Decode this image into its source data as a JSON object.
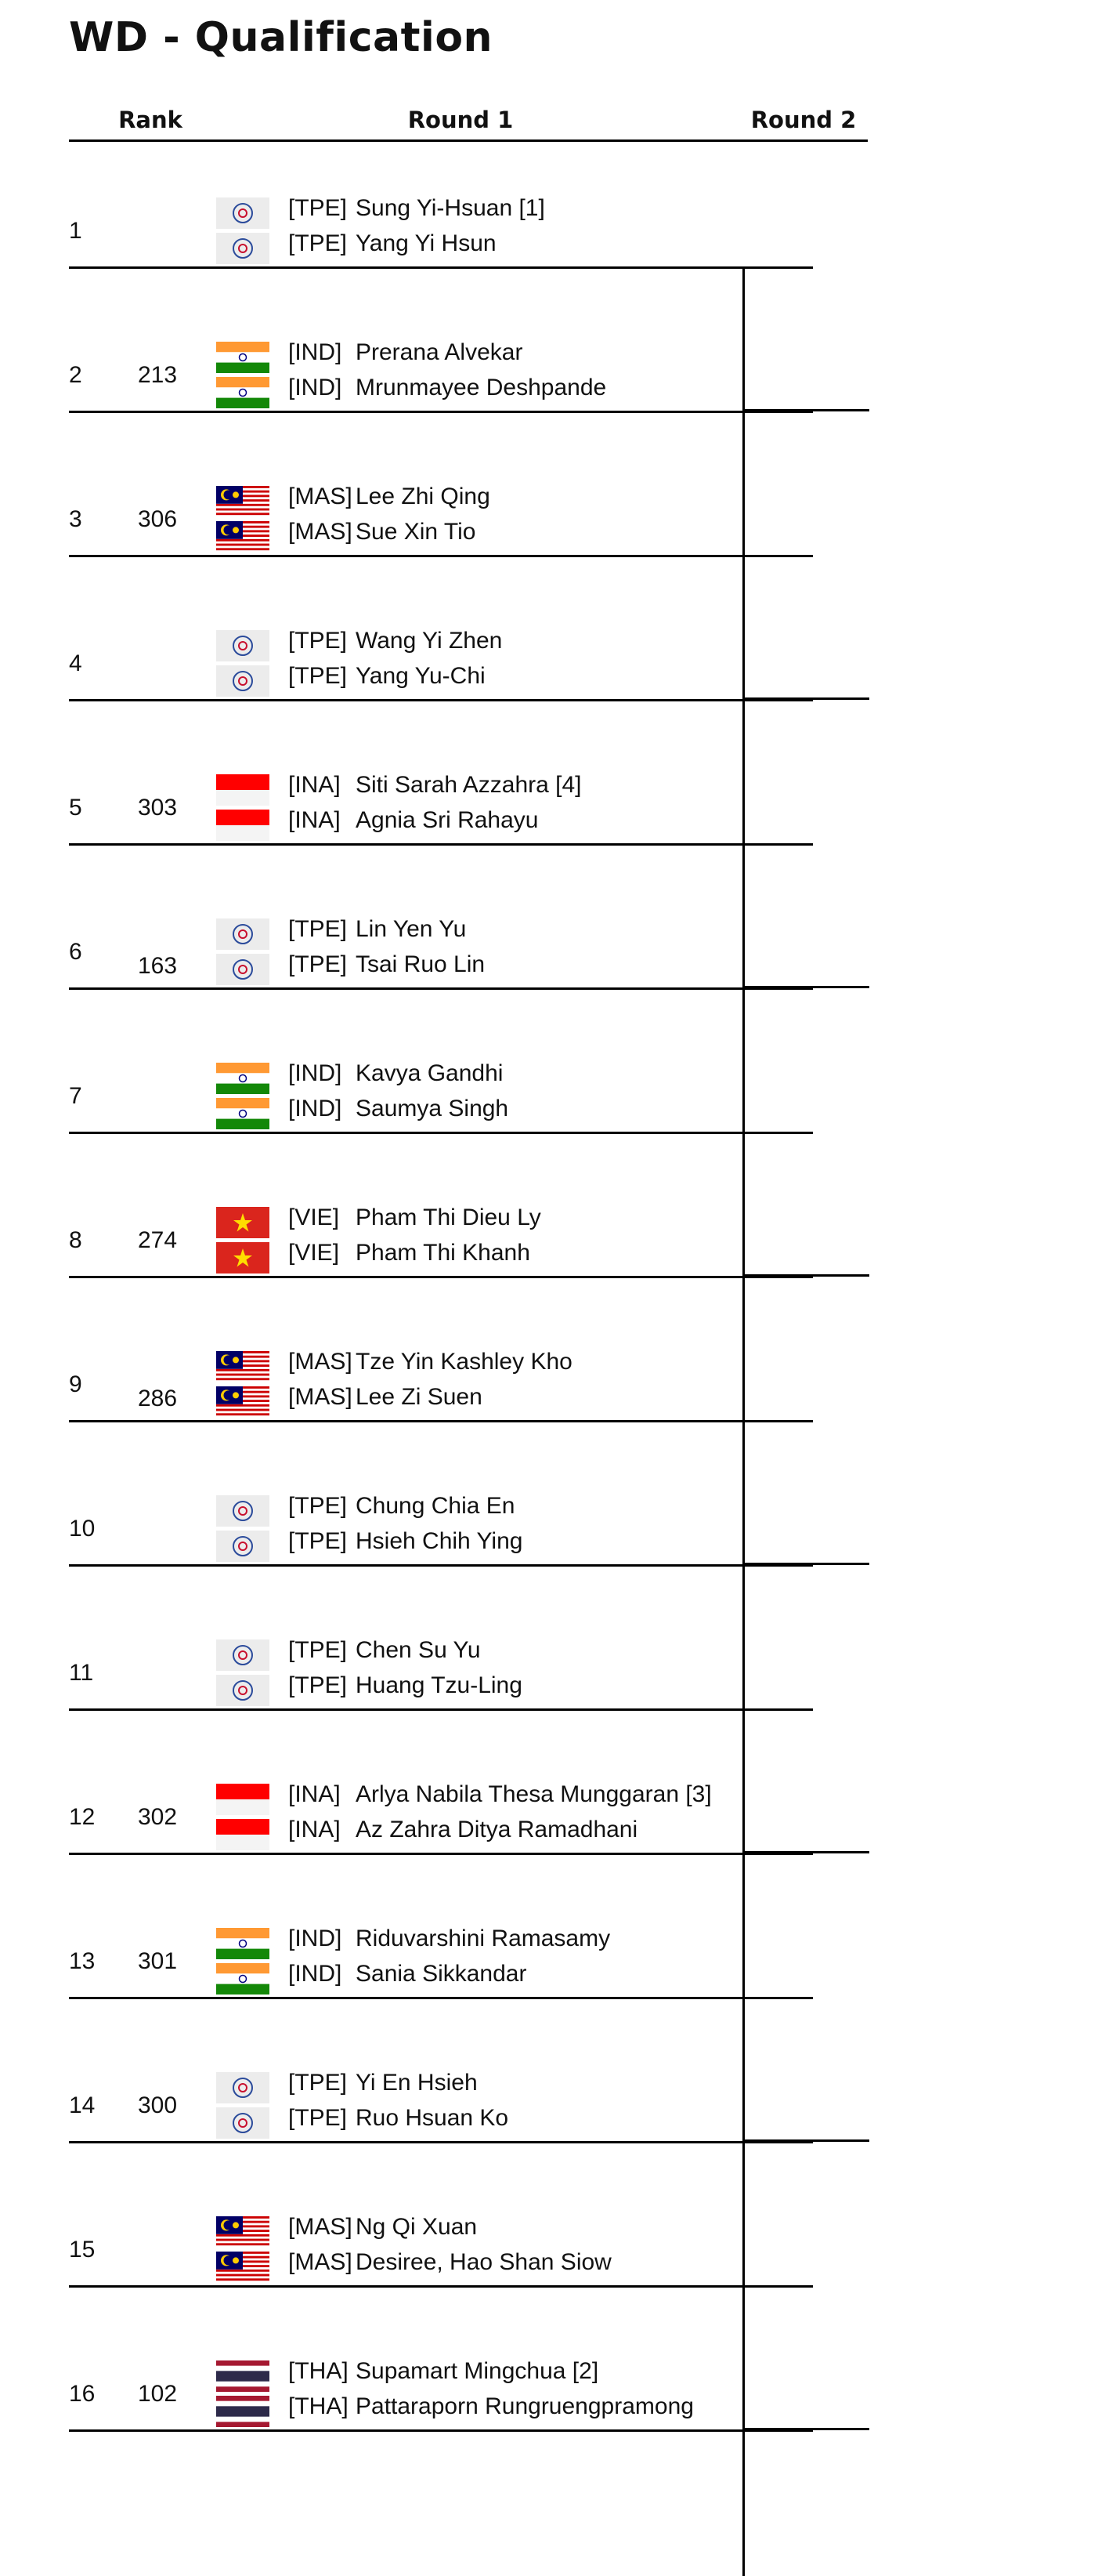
{
  "title": "WD - Qualification",
  "headers": {
    "rank": "Rank",
    "round1": "Round 1",
    "round2": "Round 2"
  },
  "flag_icons": {
    "TPE": "chinese-taipei-flag-icon",
    "IND": "india-flag-icon",
    "MAS": "malaysia-flag-icon",
    "INA": "indonesia-flag-icon",
    "VIE": "vietnam-flag-icon",
    "THA": "thailand-flag-icon"
  },
  "entries": [
    {
      "num": "1",
      "rank": "",
      "rank_pos": "mid",
      "players": [
        {
          "country": "[TPE]",
          "code": "TPE",
          "name": "Sung Yi-Hsuan [1]"
        },
        {
          "country": "[TPE]",
          "code": "TPE",
          "name": "Yang Yi Hsun"
        }
      ]
    },
    {
      "num": "2",
      "rank": "213",
      "rank_pos": "mid",
      "players": [
        {
          "country": "[IND]",
          "code": "IND",
          "name": "Prerana Alvekar"
        },
        {
          "country": "[IND]",
          "code": "IND",
          "name": "Mrunmayee Deshpande"
        }
      ]
    },
    {
      "num": "3",
      "rank": "306",
      "rank_pos": "mid",
      "players": [
        {
          "country": "[MAS]",
          "code": "MAS",
          "name": "Lee Zhi Qing"
        },
        {
          "country": "[MAS]",
          "code": "MAS",
          "name": "Sue Xin Tio"
        }
      ]
    },
    {
      "num": "4",
      "rank": "",
      "rank_pos": "mid",
      "players": [
        {
          "country": "[TPE]",
          "code": "TPE",
          "name": "Wang Yi Zhen"
        },
        {
          "country": "[TPE]",
          "code": "TPE",
          "name": "Yang Yu-Chi"
        }
      ]
    },
    {
      "num": "5",
      "rank": "303",
      "rank_pos": "mid",
      "players": [
        {
          "country": "[INA]",
          "code": "INA",
          "name": "Siti Sarah Azzahra [4]"
        },
        {
          "country": "[INA]",
          "code": "INA",
          "name": "Agnia Sri Rahayu"
        }
      ]
    },
    {
      "num": "6",
      "rank": "163",
      "rank_pos": "low",
      "players": [
        {
          "country": "[TPE]",
          "code": "TPE",
          "name": "Lin Yen Yu"
        },
        {
          "country": "[TPE]",
          "code": "TPE",
          "name": "Tsai Ruo Lin"
        }
      ]
    },
    {
      "num": "7",
      "rank": "",
      "rank_pos": "mid",
      "players": [
        {
          "country": "[IND]",
          "code": "IND",
          "name": "Kavya Gandhi"
        },
        {
          "country": "[IND]",
          "code": "IND",
          "name": "Saumya Singh"
        }
      ]
    },
    {
      "num": "8",
      "rank": "274",
      "rank_pos": "mid",
      "players": [
        {
          "country": "[VIE]",
          "code": "VIE",
          "name": "Pham Thi Dieu Ly"
        },
        {
          "country": "[VIE]",
          "code": "VIE",
          "name": "Pham Thi Khanh"
        }
      ]
    },
    {
      "num": "9",
      "rank": "286",
      "rank_pos": "low",
      "players": [
        {
          "country": "[MAS]",
          "code": "MAS",
          "name": "Tze Yin Kashley Kho"
        },
        {
          "country": "[MAS]",
          "code": "MAS",
          "name": "Lee Zi Suen"
        }
      ]
    },
    {
      "num": "10",
      "rank": "",
      "rank_pos": "mid",
      "players": [
        {
          "country": "[TPE]",
          "code": "TPE",
          "name": "Chung Chia En"
        },
        {
          "country": "[TPE]",
          "code": "TPE",
          "name": "Hsieh Chih Ying"
        }
      ]
    },
    {
      "num": "11",
      "rank": "",
      "rank_pos": "mid",
      "players": [
        {
          "country": "[TPE]",
          "code": "TPE",
          "name": "Chen Su Yu"
        },
        {
          "country": "[TPE]",
          "code": "TPE",
          "name": "Huang Tzu-Ling"
        }
      ]
    },
    {
      "num": "12",
      "rank": "302",
      "rank_pos": "mid",
      "players": [
        {
          "country": "[INA]",
          "code": "INA",
          "name": "Arlya Nabila Thesa Munggaran [3]"
        },
        {
          "country": "[INA]",
          "code": "INA",
          "name": "Az Zahra Ditya Ramadhani"
        }
      ]
    },
    {
      "num": "13",
      "rank": "301",
      "rank_pos": "mid",
      "players": [
        {
          "country": "[IND]",
          "code": "IND",
          "name": "Riduvarshini Ramasamy"
        },
        {
          "country": "[IND]",
          "code": "IND",
          "name": "Sania Sikkandar"
        }
      ]
    },
    {
      "num": "14",
      "rank": "300",
      "rank_pos": "mid",
      "players": [
        {
          "country": "[TPE]",
          "code": "TPE",
          "name": "Yi En Hsieh"
        },
        {
          "country": "[TPE]",
          "code": "TPE",
          "name": "Ruo Hsuan Ko"
        }
      ]
    },
    {
      "num": "15",
      "rank": "",
      "rank_pos": "mid",
      "players": [
        {
          "country": "[MAS]",
          "code": "MAS",
          "name": "Ng Qi Xuan"
        },
        {
          "country": "[MAS]",
          "code": "MAS",
          "name": "Desiree, Hao Shan Siow"
        }
      ]
    },
    {
      "num": "16",
      "rank": "102",
      "rank_pos": "mid",
      "players": [
        {
          "country": "[THA]",
          "code": "THA",
          "name": "Supamart Mingchua [2]"
        },
        {
          "country": "[THA]",
          "code": "THA",
          "name": "Pattaraporn Rungruengpramong"
        }
      ]
    }
  ]
}
